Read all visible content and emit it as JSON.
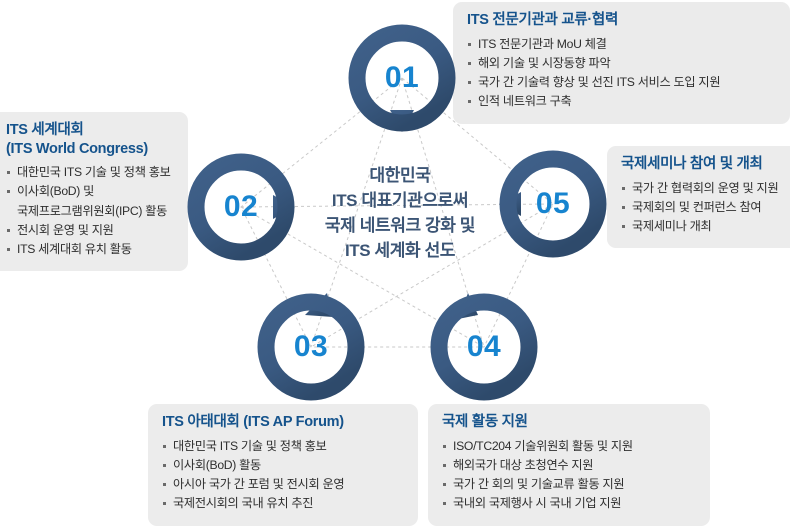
{
  "diagram": {
    "center_statement": "대한민국\nITS 대표기관으로써\n국제 네트워크 강화 및\nITS 세계화 선도",
    "accent_color": "#1784cf",
    "ring_color": "#3a5d85",
    "title_color": "#15538c",
    "panel_bg": "#ececec",
    "connector_color": "#c9c9c9",
    "nodes": [
      {
        "id": "01",
        "number": "01",
        "pointer": "down"
      },
      {
        "id": "02",
        "number": "02",
        "pointer": "right"
      },
      {
        "id": "03",
        "number": "03",
        "pointer": "up"
      },
      {
        "id": "04",
        "number": "04",
        "pointer": "up"
      },
      {
        "id": "05",
        "number": "05",
        "pointer": "left"
      }
    ],
    "panels": [
      {
        "id": "01",
        "title": "ITS 전문기관과 교류·협력",
        "items": [
          "ITS 전문기관과 MoU 체결",
          "해외 기술 및 시장동향 파악",
          "국가 간 기술력 향상 및 선진 ITS 서비스 도입 지원",
          "인적 네트워크 구축"
        ]
      },
      {
        "id": "02",
        "title": "ITS 세계대회\n(ITS World Congress)",
        "items": [
          "대한민국 ITS 기술 및 정책 홍보",
          "이사회(BoD) 및\n국제프로그램위원회(IPC) 활동",
          "전시회 운영 및 지원",
          "ITS 세계대회 유치 활동"
        ]
      },
      {
        "id": "03",
        "title": "ITS 아태대회 (ITS AP Forum)",
        "items": [
          "대한민국 ITS 기술 및 정책 홍보",
          "이사회(BoD) 활동",
          "아시아 국가 간 포럼 및 전시회 운영",
          "국제전시회의 국내 유치 추진"
        ]
      },
      {
        "id": "04",
        "title": "국제 활동 지원",
        "items": [
          "ISO/TC204 기술위원회 활동 및 지원",
          "해외국가 대상 초청연수 지원",
          "국가 간 회의 및 기술교류 활동 지원",
          "국내외 국제행사 시 국내 기업 지원"
        ]
      },
      {
        "id": "05",
        "title": "국제세미나 참여 및 개최",
        "items": [
          "국가 간 협력회의 운영 및 지원",
          "국제회의 및 컨퍼런스 참여",
          "국제세미나 개최"
        ]
      }
    ]
  }
}
